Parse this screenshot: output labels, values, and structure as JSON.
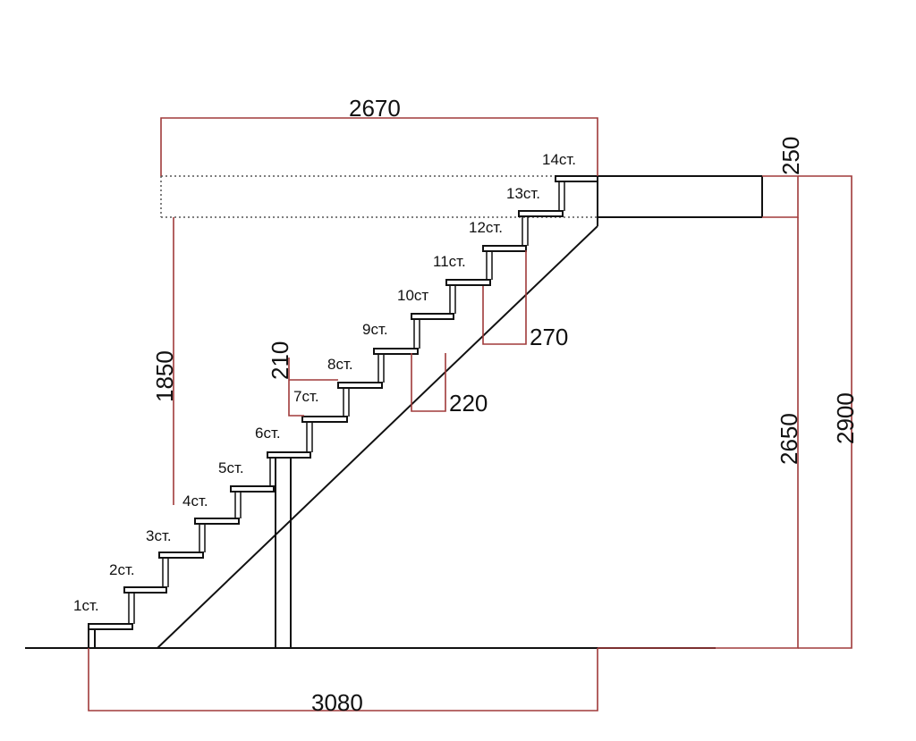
{
  "step_labels": [
    "1ст.",
    "2ст.",
    "3ст.",
    "4ст.",
    "5ст.",
    "6ст.",
    "7ст.",
    "8ст.",
    "9ст.",
    "10ст",
    "11ст.",
    "12ст.",
    "13ст.",
    "14ст."
  ],
  "dimensions": {
    "opening_length": "2670",
    "slab_thickness": "250",
    "opening_clear_height": "1850",
    "riser_height": "210",
    "tread_depth_a": "270",
    "tread_depth_b": "220",
    "floor_height": "2650",
    "total_height": "2900",
    "stair_run": "3080"
  },
  "colors": {
    "line": "#111111",
    "dimension_line": "#a03a3a",
    "background": "#ffffff"
  }
}
